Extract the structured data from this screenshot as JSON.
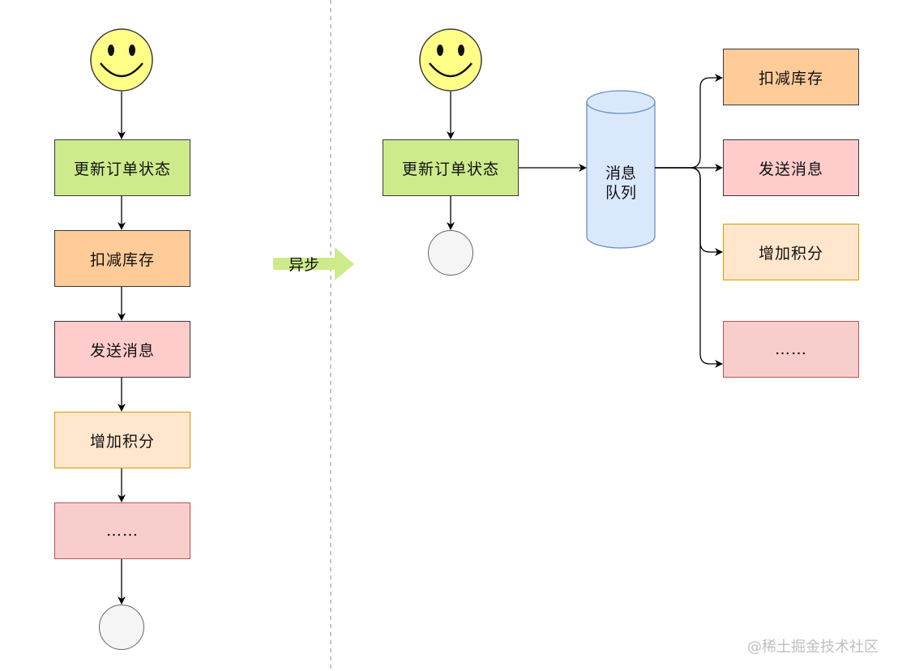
{
  "left_flow": {
    "steps": [
      "更新订单状态",
      "扣减库存",
      "发送消息",
      "增加积分",
      "……"
    ]
  },
  "divider": {
    "async_label": "异步"
  },
  "right_flow": {
    "step": "更新订单状态",
    "queue_label": [
      "消息",
      "队列"
    ],
    "consumers": [
      "扣减库存",
      "发送消息",
      "增加积分",
      "……"
    ]
  },
  "watermark": "@稀土掘金技术社区",
  "colors": {
    "green_fill": "#cdeb8b",
    "orange_fill": "#ffcc99",
    "pink_fill": "#ffcccc",
    "cream_fill": "#ffe6cc",
    "rose_fill": "#f8cecc",
    "queue_fill": "#dae8fc",
    "queue_stroke": "#6c8ebf",
    "smiley_fill": "#ffff88",
    "async_arrow": "#cdeb8b"
  }
}
